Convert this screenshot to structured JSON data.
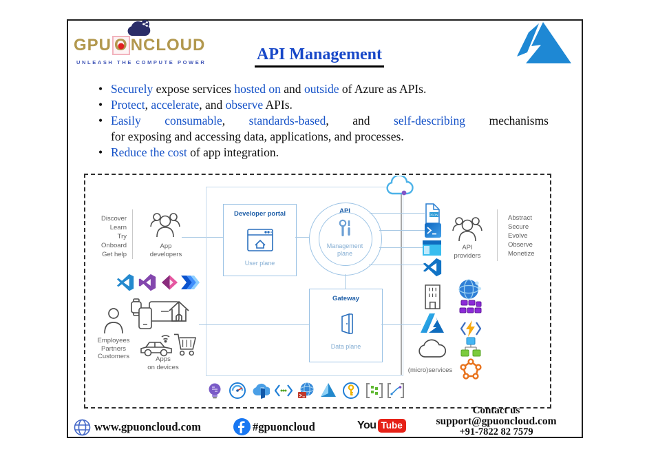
{
  "header": {
    "brand_pre": "GPU",
    "brand_o": "O",
    "brand_post": "NCLOUD",
    "tagline": "UNLEASH THE COMPUTE POWER",
    "title": "API Management"
  },
  "bullets": [
    [
      {
        "t": "Securely",
        "blue": true
      },
      {
        "t": " expose services "
      },
      {
        "t": "hosted on",
        "blue": true
      },
      {
        "t": " and "
      },
      {
        "t": "outside",
        "blue": true
      },
      {
        "t": " of Azure as APIs."
      }
    ],
    [
      {
        "t": "Protect",
        "blue": true
      },
      {
        "t": ", "
      },
      {
        "t": "accelerate",
        "blue": true
      },
      {
        "t": ", and "
      },
      {
        "t": "observe",
        "blue": true
      },
      {
        "t": " APIs."
      }
    ],
    [
      {
        "line": [
          {
            "t": "Easily consumable",
            "blue": true
          },
          {
            "t": ", "
          },
          {
            "t": "standards-based",
            "blue": true
          },
          {
            "t": ", and "
          },
          {
            "t": "self-describing",
            "blue": true
          },
          {
            "t": " mechanisms"
          }
        ]
      },
      {
        "t": "for exposing and accessing data, applications, and processes."
      }
    ],
    [
      {
        "t": "Reduce the cost",
        "blue": true
      },
      {
        "t": " of app integration."
      }
    ]
  ],
  "diagram": {
    "developer_actions": [
      "Discover",
      "Learn",
      "Try",
      "Onboard",
      "Get help"
    ],
    "app_developers_label": "App\ndevelopers",
    "developer_portal": {
      "title": "Developer portal",
      "plane": "User plane"
    },
    "api": {
      "title": "API",
      "plane": "Management\nplane"
    },
    "gateway": {
      "title": "Gateway",
      "plane": "Data plane"
    },
    "json_label": "JSON",
    "api_providers_label": "API\nproviders",
    "provider_actions": [
      "Abstract",
      "Secure",
      "Evolve",
      "Observe",
      "Monetize"
    ],
    "employees_label": "Employees\nPartners\nCustomers",
    "apps_on_devices_label": "Apps\non devices",
    "microservices_label": "(micro)services"
  },
  "footer": {
    "website": "www.gpuoncloud.com",
    "facebook_tag": "#gpuoncloud",
    "youtube": {
      "you": "You",
      "tube": "Tube"
    },
    "contact": {
      "title": "Contact us",
      "email": "support@gpuoncloud.com",
      "phone": "+91-7822 82 7579"
    }
  },
  "colors": {
    "brand_gold": "#b2984e",
    "title_blue": "#1848c8",
    "bullet_blue": "#1552c8",
    "azure_blue": "#1e88d4",
    "diagram_border_blue": "#9cc3e5",
    "facebook_blue": "#1877f2",
    "youtube_red": "#e62117"
  }
}
